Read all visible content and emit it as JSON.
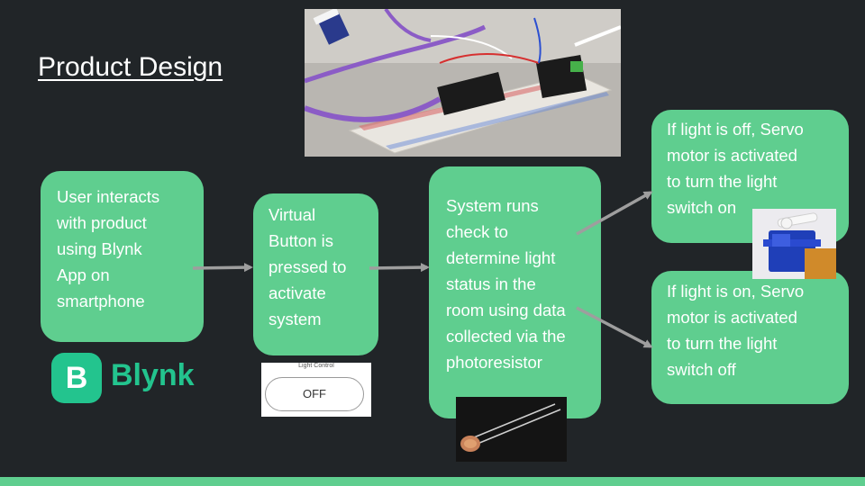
{
  "slide": {
    "title": "Product Design",
    "background": "#212528",
    "accent": "#5fce8f"
  },
  "steps": [
    {
      "text": "User interacts\nwith product\nusing Blynk\nApp on\nsmartphone"
    },
    {
      "text": "Virtual\nButton is\npressed to\nactivate\nsystem"
    },
    {
      "text": "System runs\ncheck to\ndetermine light\nstatus in the\nroom using data\ncollected via the\nphotoresistor"
    },
    {
      "text": "If light is off, Servo\nmotor is activated\nto turn the light\nswitch on"
    },
    {
      "text": "If light is on, Servo\nmotor is activated\nto turn the light\nswitch off"
    }
  ],
  "blynk": {
    "logo_letter": "B",
    "wordmark": "Blynk",
    "color": "#23c48e"
  },
  "widget": {
    "label": "Light Control",
    "button": "OFF"
  },
  "images": {
    "breadboard": "breadboard-circuit-photo",
    "servo": "servo-motor-photo",
    "photoresistor": "photoresistor-photo"
  }
}
